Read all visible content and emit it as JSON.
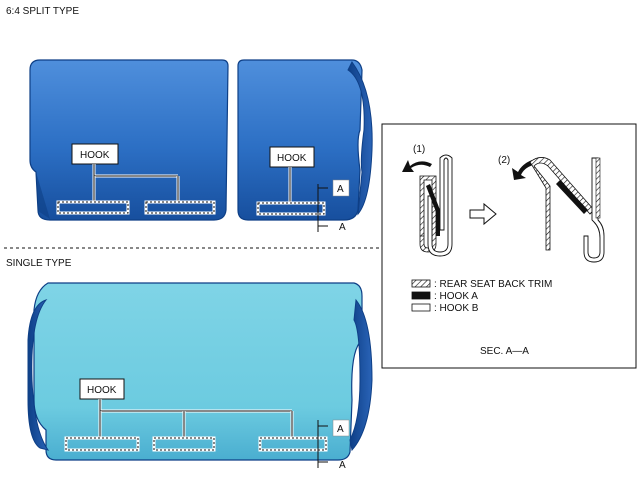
{
  "sections": {
    "split_title": "6:4 SPLIT TYPE",
    "single_title": "SINGLE TYPE"
  },
  "callouts": {
    "hook": "HOOK",
    "section_letter": "A"
  },
  "detail": {
    "step1": "(1)",
    "step2": "(2)",
    "legend": [
      ": REAR SEAT BACK TRIM",
      ": HOOK A",
      ": HOOK B"
    ],
    "caption": "SEC. A—A"
  },
  "colors": {
    "split_seat_fill": "#2c6fc4",
    "single_seat_fill": "#6ccbe0",
    "seat_outline": "#0e3f86",
    "line": "#111111"
  }
}
